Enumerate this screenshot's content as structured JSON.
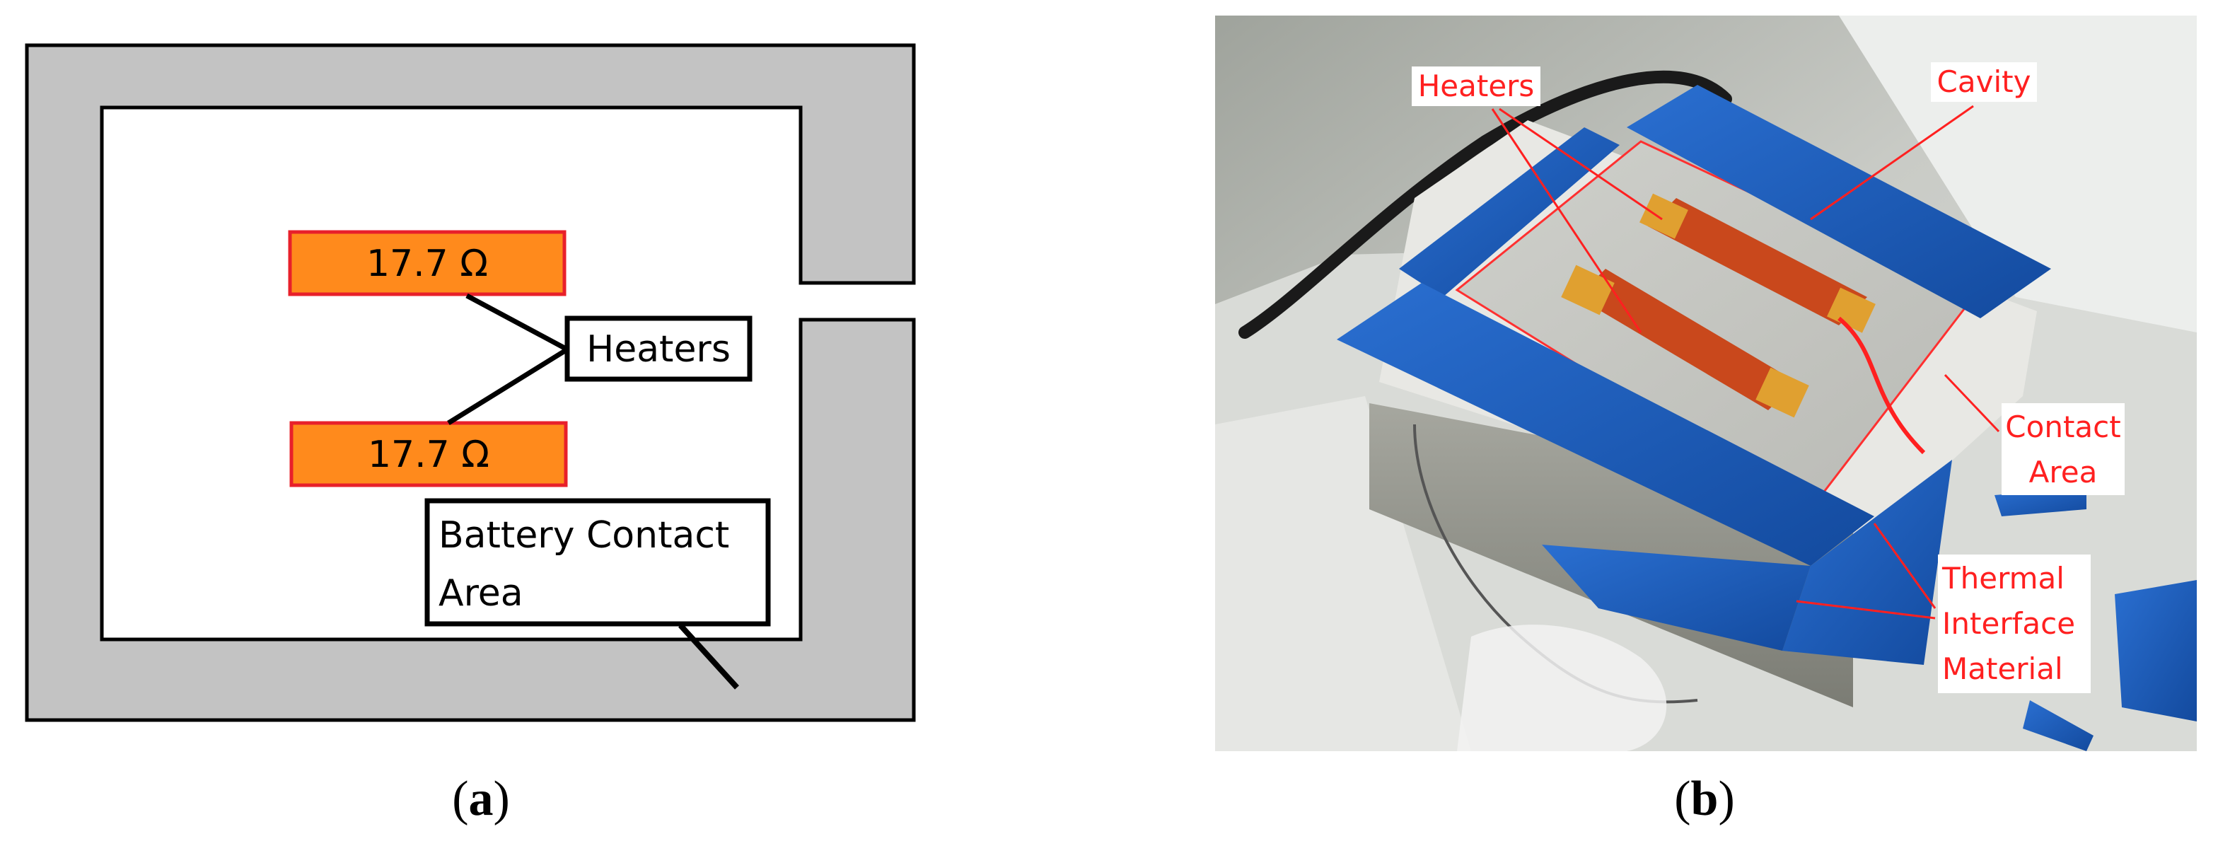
{
  "panel_a": {
    "heater_top_value": "17.7 Ω",
    "heater_bottom_value": "17.7 Ω",
    "heaters_label": "Heaters",
    "battery_label_line1": "Battery Contact",
    "battery_label_line2": "Area"
  },
  "panel_b": {
    "heaters_label": "Heaters",
    "cavity_label": "Cavity",
    "contact_area_line1": "Contact",
    "contact_area_line2": "Area",
    "tim_line1": "Thermal",
    "tim_line2": "Interface",
    "tim_line3": "Material"
  },
  "captions": {
    "a_open": "(",
    "a_letter": "a",
    "a_close": ")",
    "b_open": "(",
    "b_letter": "b",
    "b_close": ")"
  },
  "colors": {
    "frame_gray": "#c3c3c3",
    "heater_orange": "#ff8a1c",
    "heater_border": "#e8202a",
    "annotation_red": "#ff2020",
    "pad_blue": "#1a57b8"
  }
}
